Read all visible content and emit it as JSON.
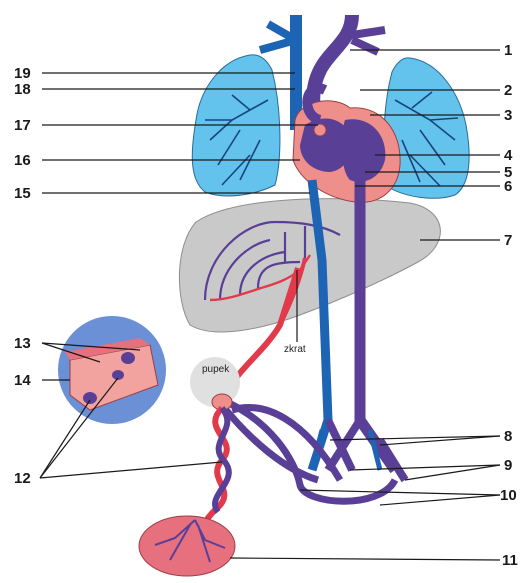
{
  "diagram": {
    "labels_right": [
      "1",
      "2",
      "3",
      "4",
      "5",
      "6",
      "7",
      "8",
      "9",
      "10",
      "11"
    ],
    "labels_left": [
      "19",
      "18",
      "17",
      "16",
      "15",
      "13",
      "14",
      "12"
    ],
    "callouts": {
      "navel": "pupek",
      "shunt": "zkrat"
    }
  },
  "colors": {
    "lung": "#63c3ec",
    "liver": "#c9c9c9",
    "artery_red": "#e23a4a",
    "vein_blue": "#1e64b4",
    "mixed_purple": "#5a3f97",
    "heart_pink": "#ef8f8c",
    "placenta": "#e7707e",
    "inset_circle": "#6b90d6"
  }
}
